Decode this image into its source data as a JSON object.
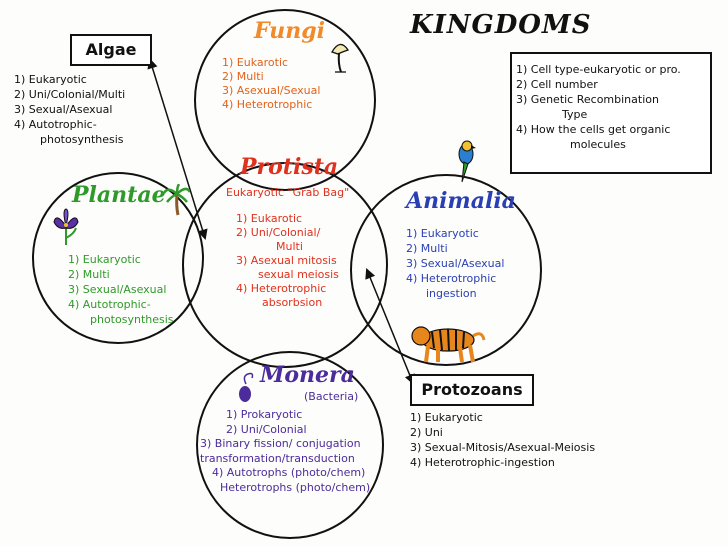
{
  "header": {
    "title": "KINGDOMS"
  },
  "legend": {
    "items": [
      "1) Cell type-eukaryotic or pro.",
      "2) Cell number",
      "3) Genetic Recombination",
      "Type",
      "4) How the cells get organic",
      "molecules"
    ]
  },
  "algae": {
    "label": "Algae",
    "items": [
      "1) Eukaryotic",
      "2) Uni/Colonial/Multi",
      "3) Sexual/Asexual",
      "4) Autotrophic-",
      "photosynthesis"
    ]
  },
  "fungi": {
    "label": "Fungi",
    "items": [
      "1) Eukarotic",
      "2) Multi",
      "3) Asexual/Sexual",
      "4) Heterotrophic"
    ]
  },
  "protista": {
    "label": "Protista",
    "subtitle": "Eukaryotic \"Grab Bag\"",
    "items": [
      "1) Eukarotic",
      "2) Uni/Colonial/",
      "Multi",
      "3) Asexual mitosis",
      "sexual meiosis",
      "4) Heterotrophic",
      "absorbsion"
    ]
  },
  "plantae": {
    "label": "Plantae",
    "items": [
      "1) Eukaryotic",
      "2) Multi",
      "3) Sexual/Asexual",
      "4) Autotrophic-",
      "photosynthesis"
    ]
  },
  "animalia": {
    "label": "Animalia",
    "items": [
      "1) Eukaryotic",
      "2) Multi",
      "3) Sexual/Asexual",
      "4) Heterotrophic",
      "ingestion"
    ]
  },
  "monera": {
    "label": "Monera",
    "subtitle": "(Bacteria)",
    "items": [
      "1) Prokaryotic",
      "2) Uni/Colonial",
      "3) Binary fission/ conjugation",
      "transformation/transduction",
      "4) Autotrophs (photo/chem)",
      "Heterotrophs (photo/chem)"
    ]
  },
  "protozoans": {
    "label": "Protozoans",
    "items": [
      "1) Eukaryotic",
      "2) Uni",
      "3) Sexual-Mitosis/Asexual-Meiosis",
      "4) Heterotrophic-ingestion"
    ]
  },
  "colors": {
    "fungi": "#f08a2a",
    "protista": "#e0311e",
    "plantae": "#2f9a2a",
    "animalia": "#2a3fb3",
    "monera": "#4c2c9a"
  },
  "icons": [
    "mushroom-icon",
    "palm-tree-icon",
    "iris-flower-icon",
    "parrot-icon",
    "tiger-icon",
    "bacterium-icon"
  ]
}
